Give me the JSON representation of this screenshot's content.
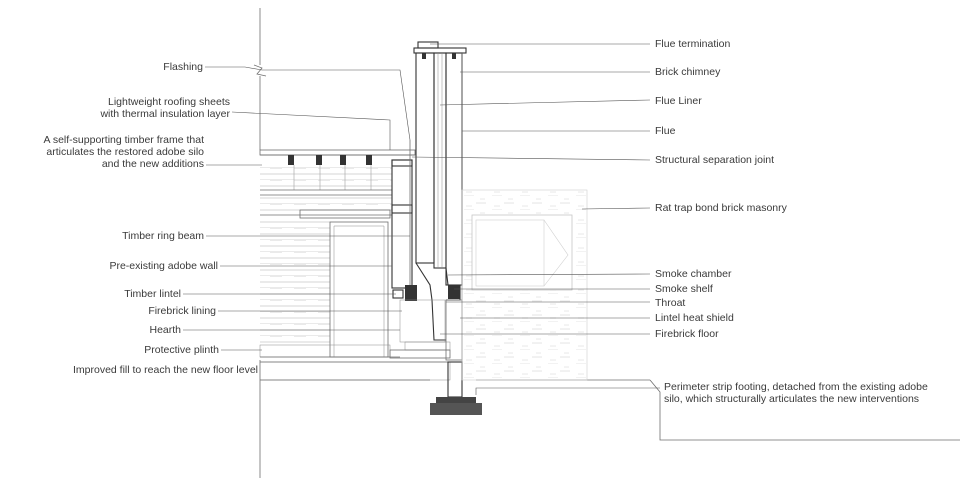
{
  "labels_left": [
    {
      "id": "flashing",
      "lines": [
        "Flashing"
      ]
    },
    {
      "id": "roofing",
      "lines": [
        "Lightweight roofing sheets",
        "with thermal insulation layer"
      ]
    },
    {
      "id": "timber-frame",
      "lines": [
        "A self-supporting timber frame that",
        "articulates the restored adobe silo",
        "and the new additions"
      ]
    },
    {
      "id": "ring-beam",
      "lines": [
        "Timber ring beam"
      ]
    },
    {
      "id": "adobe-wall",
      "lines": [
        "Pre-existing adobe wall"
      ]
    },
    {
      "id": "lintel",
      "lines": [
        "Timber lintel"
      ]
    },
    {
      "id": "firebrick-lining",
      "lines": [
        "Firebrick lining"
      ]
    },
    {
      "id": "hearth",
      "lines": [
        "Hearth"
      ]
    },
    {
      "id": "plinth",
      "lines": [
        "Protective plinth"
      ]
    },
    {
      "id": "fill",
      "lines": [
        "Improved fill to reach the new floor level"
      ]
    }
  ],
  "labels_right": [
    {
      "id": "flue-termination",
      "lines": [
        "Flue termination"
      ]
    },
    {
      "id": "brick-chimney",
      "lines": [
        "Brick chimney"
      ]
    },
    {
      "id": "flue-liner",
      "lines": [
        "Flue Liner"
      ]
    },
    {
      "id": "flue",
      "lines": [
        "Flue"
      ]
    },
    {
      "id": "separation-joint",
      "lines": [
        "Structural separation joint"
      ]
    },
    {
      "id": "rat-trap",
      "lines": [
        "Rat trap bond brick masonry"
      ]
    },
    {
      "id": "smoke-chamber",
      "lines": [
        "Smoke chamber"
      ]
    },
    {
      "id": "smoke-shelf",
      "lines": [
        "Smoke shelf"
      ]
    },
    {
      "id": "throat",
      "lines": [
        "Throat"
      ]
    },
    {
      "id": "lintel-shield",
      "lines": [
        "Lintel heat shield"
      ]
    },
    {
      "id": "firebrick-floor",
      "lines": [
        "Firebrick floor"
      ]
    },
    {
      "id": "strip-footing",
      "lines": [
        "Perimeter strip footing, detached from the existing adobe",
        "silo, which structurally articulates the new interventions"
      ]
    }
  ]
}
